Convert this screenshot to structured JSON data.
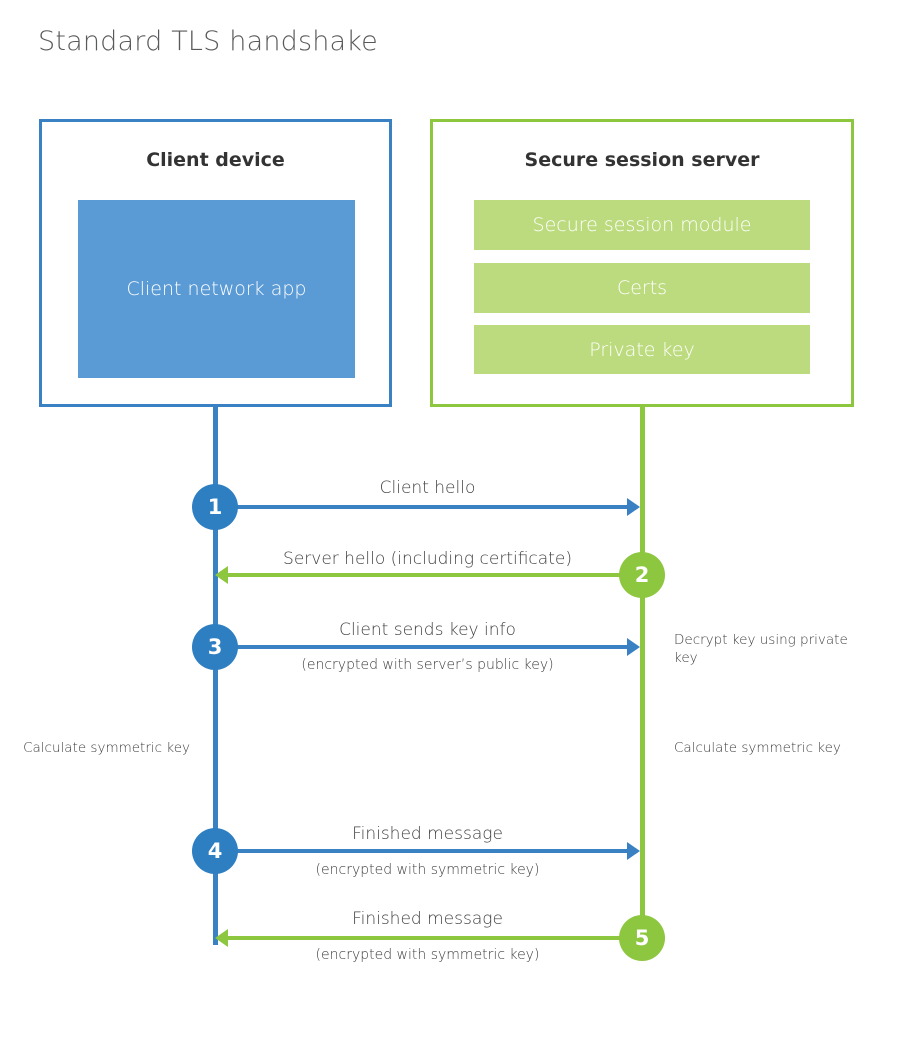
{
  "title": "Standard TLS handshake",
  "colors": {
    "client_accent": "#3a81c4",
    "client_circle": "#2e7ec2",
    "client_block": "#5b9bd5",
    "server_accent": "#8dc63f",
    "server_block": "#bcdb7e",
    "title_text": "#58595b",
    "body_text": "#404040"
  },
  "parties": {
    "client": {
      "title": "Client device",
      "block_label": "Client network app"
    },
    "server": {
      "title": "Secure session server",
      "blocks": [
        {
          "label": "Secure session module"
        },
        {
          "label": "Certs"
        },
        {
          "label": "Private key"
        }
      ]
    }
  },
  "steps": [
    {
      "number": "1",
      "label": "Client hello",
      "sublabel": "",
      "direction": "client-to-server",
      "color": "blue"
    },
    {
      "number": "2",
      "label": "Server hello (including certificate)",
      "sublabel": "",
      "direction": "server-to-client",
      "color": "green"
    },
    {
      "number": "3",
      "label": "Client sends key info",
      "sublabel": "(encrypted with server’s public key)",
      "direction": "client-to-server",
      "color": "blue"
    },
    {
      "number": "4",
      "label": "Finished message",
      "sublabel": "(encrypted with symmetric key)",
      "direction": "client-to-server",
      "color": "blue"
    },
    {
      "number": "5",
      "label": "Finished message",
      "sublabel": "(encrypted with symmetric key)",
      "direction": "server-to-client",
      "color": "green"
    }
  ],
  "notes": {
    "server_decrypt": "Decrypt key using private key",
    "client_calculate": "Calculate symmetric key",
    "server_calculate": "Calculate symmetric key"
  }
}
